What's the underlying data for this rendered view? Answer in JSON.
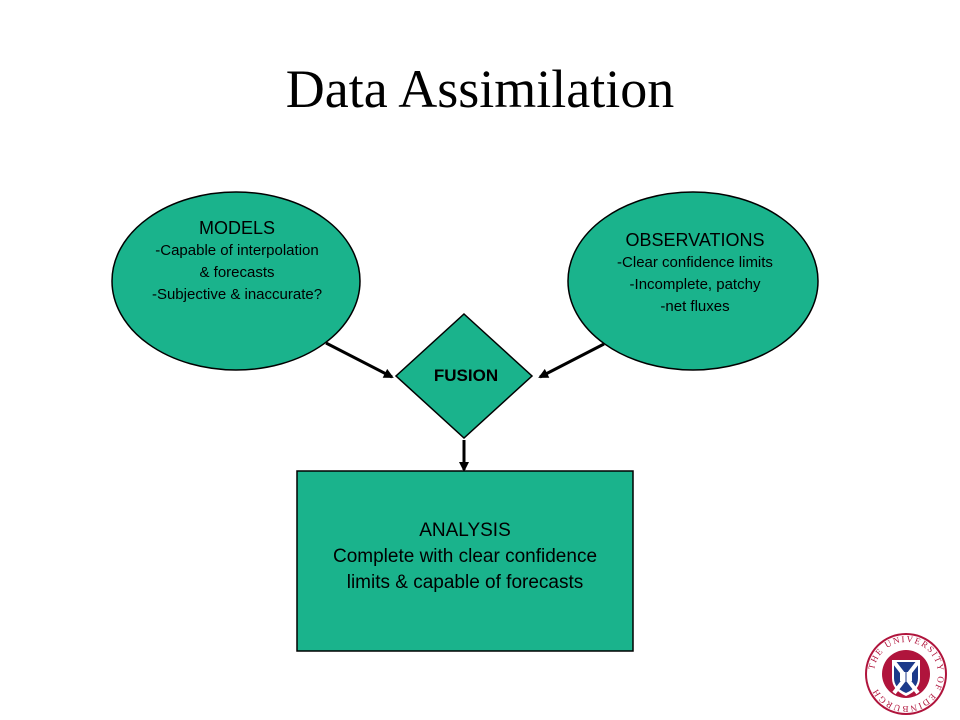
{
  "title": "Data Assimilation",
  "colors": {
    "node_fill": "#1ab38c",
    "stroke": "#000000",
    "logo_red": "#b0143c",
    "logo_blue": "#1c3a8a"
  },
  "models": {
    "heading": "MODELS",
    "lines": [
      "-Capable of interpolation",
      "& forecasts",
      "-Subjective & inaccurate?"
    ]
  },
  "observations": {
    "heading": "OBSERVATIONS",
    "lines": [
      "-Clear confidence limits",
      "-Incomplete, patchy",
      "-net fluxes"
    ]
  },
  "fusion": {
    "label": "FUSION"
  },
  "analysis": {
    "lines": [
      "ANALYSIS",
      "Complete with clear confidence",
      "limits & capable of forecasts"
    ]
  },
  "logo": {
    "text": "THE UNIVERSITY OF EDINBURGH"
  }
}
